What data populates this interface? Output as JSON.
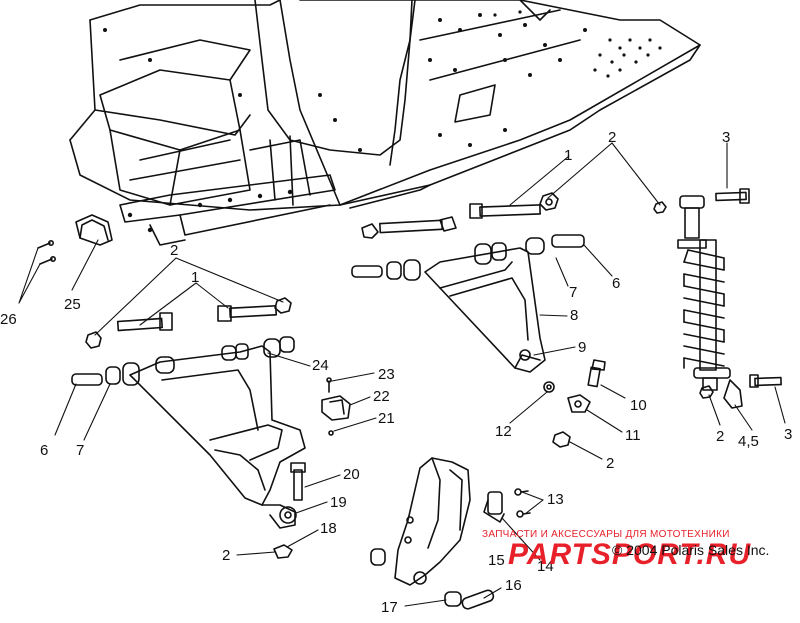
{
  "callouts": [
    {
      "id": "c-1a",
      "text": "1"
    },
    {
      "id": "c-2a",
      "text": "2"
    },
    {
      "id": "c-3a",
      "text": "3"
    },
    {
      "id": "c-2b",
      "text": "2"
    },
    {
      "id": "c-26",
      "text": "26"
    },
    {
      "id": "c-25",
      "text": "25"
    },
    {
      "id": "c-1b",
      "text": "1"
    },
    {
      "id": "c-7a",
      "text": "7"
    },
    {
      "id": "c-6a",
      "text": "6"
    },
    {
      "id": "c-8",
      "text": "8"
    },
    {
      "id": "c-9",
      "text": "9"
    },
    {
      "id": "c-10",
      "text": "10"
    },
    {
      "id": "c-12",
      "text": "12"
    },
    {
      "id": "c-11",
      "text": "11"
    },
    {
      "id": "c-2c",
      "text": "2"
    },
    {
      "id": "c-2d",
      "text": "2"
    },
    {
      "id": "c-45",
      "text": "4,5"
    },
    {
      "id": "c-3b",
      "text": "3"
    },
    {
      "id": "c-24",
      "text": "24"
    },
    {
      "id": "c-23",
      "text": "23"
    },
    {
      "id": "c-22",
      "text": "22"
    },
    {
      "id": "c-21",
      "text": "21"
    },
    {
      "id": "c-6b",
      "text": "6"
    },
    {
      "id": "c-7b",
      "text": "7"
    },
    {
      "id": "c-20",
      "text": "20"
    },
    {
      "id": "c-19",
      "text": "19"
    },
    {
      "id": "c-18",
      "text": "18"
    },
    {
      "id": "c-2e",
      "text": "2"
    },
    {
      "id": "c-13",
      "text": "13"
    },
    {
      "id": "c-15",
      "text": "15"
    },
    {
      "id": "c-14",
      "text": "14"
    },
    {
      "id": "c-16",
      "text": "16"
    },
    {
      "id": "c-17",
      "text": "17"
    }
  ],
  "copyright": "© 2004 Polaris Sales Inc.",
  "watermark": {
    "tagline": "ЗАПЧАСТИ И АКСЕССУАРЫ ДЛЯ МОТОТЕХНИКИ",
    "logo": "PARTSPORT.RU",
    "color": "#e8202a"
  }
}
